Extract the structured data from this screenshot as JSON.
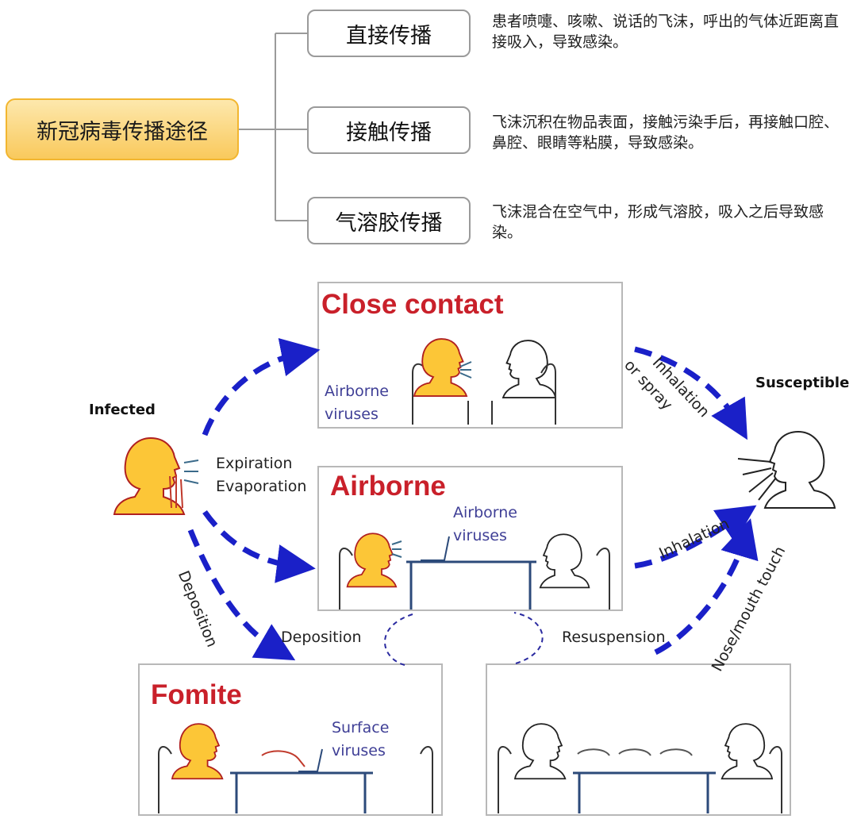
{
  "mindmap": {
    "root": "新冠病毒传播途径",
    "branches": [
      {
        "label": "直接传播",
        "desc": "患者喷嚏、咳嗽、说话的飞沫，呼出的气体近距离直接吸入，导致感染。"
      },
      {
        "label": "接触传播",
        "desc": "飞沫沉积在物品表面，接触污染手后，再接触口腔、鼻腔、眼睛等粘膜，导致感染。"
      },
      {
        "label": "气溶胶传播",
        "desc": "飞沫混合在空气中，形成气溶胶，吸入之后导致感染。"
      }
    ]
  },
  "diagram": {
    "infected": "Infected",
    "susceptible": "Susceptible",
    "expiration": "Expiration",
    "evaporation": "Evaporation",
    "inhalation_spray": [
      "Inhalation",
      "or spray"
    ],
    "inhalation": "Inhalation",
    "deposition_diag": "Deposition",
    "deposition": "Deposition",
    "resuspension": "Resuspension",
    "nose_mouth_touch": "Nose/mouth touch",
    "panels": {
      "close_contact": {
        "title": "Close contact",
        "note": [
          "Airborne",
          "viruses"
        ]
      },
      "airborne": {
        "title": "Airborne",
        "note": [
          "Airborne",
          "viruses"
        ]
      },
      "fomite": {
        "title": "Fomite",
        "note": [
          "Surface",
          "viruses"
        ]
      }
    },
    "colors": {
      "arrow": "#1a20c8",
      "title": "#c9202a",
      "head_fill": "#fcc637",
      "note": "#3f3f96"
    }
  }
}
